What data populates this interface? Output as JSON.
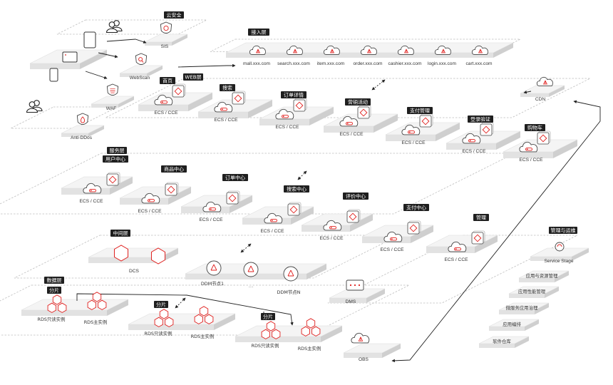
{
  "colors": {
    "accent": "#e0201e",
    "tag_bg": "#1f1f1f",
    "line": "#222222"
  },
  "cloud_security": {
    "title": "云安全",
    "items": [
      {
        "label": "SIS",
        "icon": "shield-icon"
      },
      {
        "label": "WebScan",
        "icon": "magnifier-icon"
      },
      {
        "label": "WAF",
        "icon": "firewall-shield-icon"
      },
      {
        "label": "Anti-DDos",
        "icon": "flame-icon"
      }
    ]
  },
  "access_layer": {
    "title": "接入层",
    "domains": [
      "mall.xxx.com",
      "search.xxx.com",
      "item.xxx.com",
      "order.xxx.com",
      "cashier.xxx.com",
      "login.xxx.com",
      "cart.xxx.com"
    ]
  },
  "cdn": {
    "label": "CDN"
  },
  "web_layer": {
    "title": "WEB层",
    "services": [
      {
        "name": "首页",
        "node": "ECS / CCE"
      },
      {
        "name": "搜索",
        "node": "ECS / CCE"
      },
      {
        "name": "订单详情",
        "node": "ECS / CCE"
      },
      {
        "name": "营销活动",
        "node": "ECS / CCE"
      },
      {
        "name": "支付管理",
        "node": "ECS / CCE"
      },
      {
        "name": "登录验证",
        "node": "ECS / CCE"
      },
      {
        "name": "购物车",
        "node": "ECS / CCE"
      }
    ]
  },
  "service_layer": {
    "title": "服务层",
    "services": [
      {
        "name": "用户中心",
        "node": "ECS / CCE"
      },
      {
        "name": "商品中心",
        "node": "ECS / CCE"
      },
      {
        "name": "订单中心",
        "node": "ECS / CCE"
      },
      {
        "name": "搜索中心",
        "node": "ECS / CCE"
      },
      {
        "name": "评价中心",
        "node": "ECS / CCE"
      },
      {
        "name": "支付中心",
        "node": "ECS / CCE"
      },
      {
        "name": "管理",
        "node": "ECS / CCE"
      }
    ]
  },
  "middle_layer": {
    "title": "中间层",
    "dcs": "DCS",
    "ddm_node1": "DDM节点1",
    "ddm_ellipsis": "···",
    "ddm_nodeN": "DDM节点N",
    "dms": "DMS"
  },
  "data_layer": {
    "title": "数据层",
    "shards": [
      {
        "title": "分片",
        "readonly": "RDS只读实例",
        "primary": "RDS主实例"
      },
      {
        "title": "分片",
        "readonly": "RDS只读实例",
        "primary": "RDS主实例"
      },
      {
        "title": "分片",
        "readonly": "RDS只读实例",
        "primary": "RDS主实例"
      }
    ],
    "obs": "OBS"
  },
  "ops": {
    "title": "管理与运维",
    "service_stage": "Service Stage",
    "items": [
      "应用与资源管理",
      "应用性能管理",
      "微服务应用治理",
      "应用编排",
      "软件仓库"
    ]
  }
}
